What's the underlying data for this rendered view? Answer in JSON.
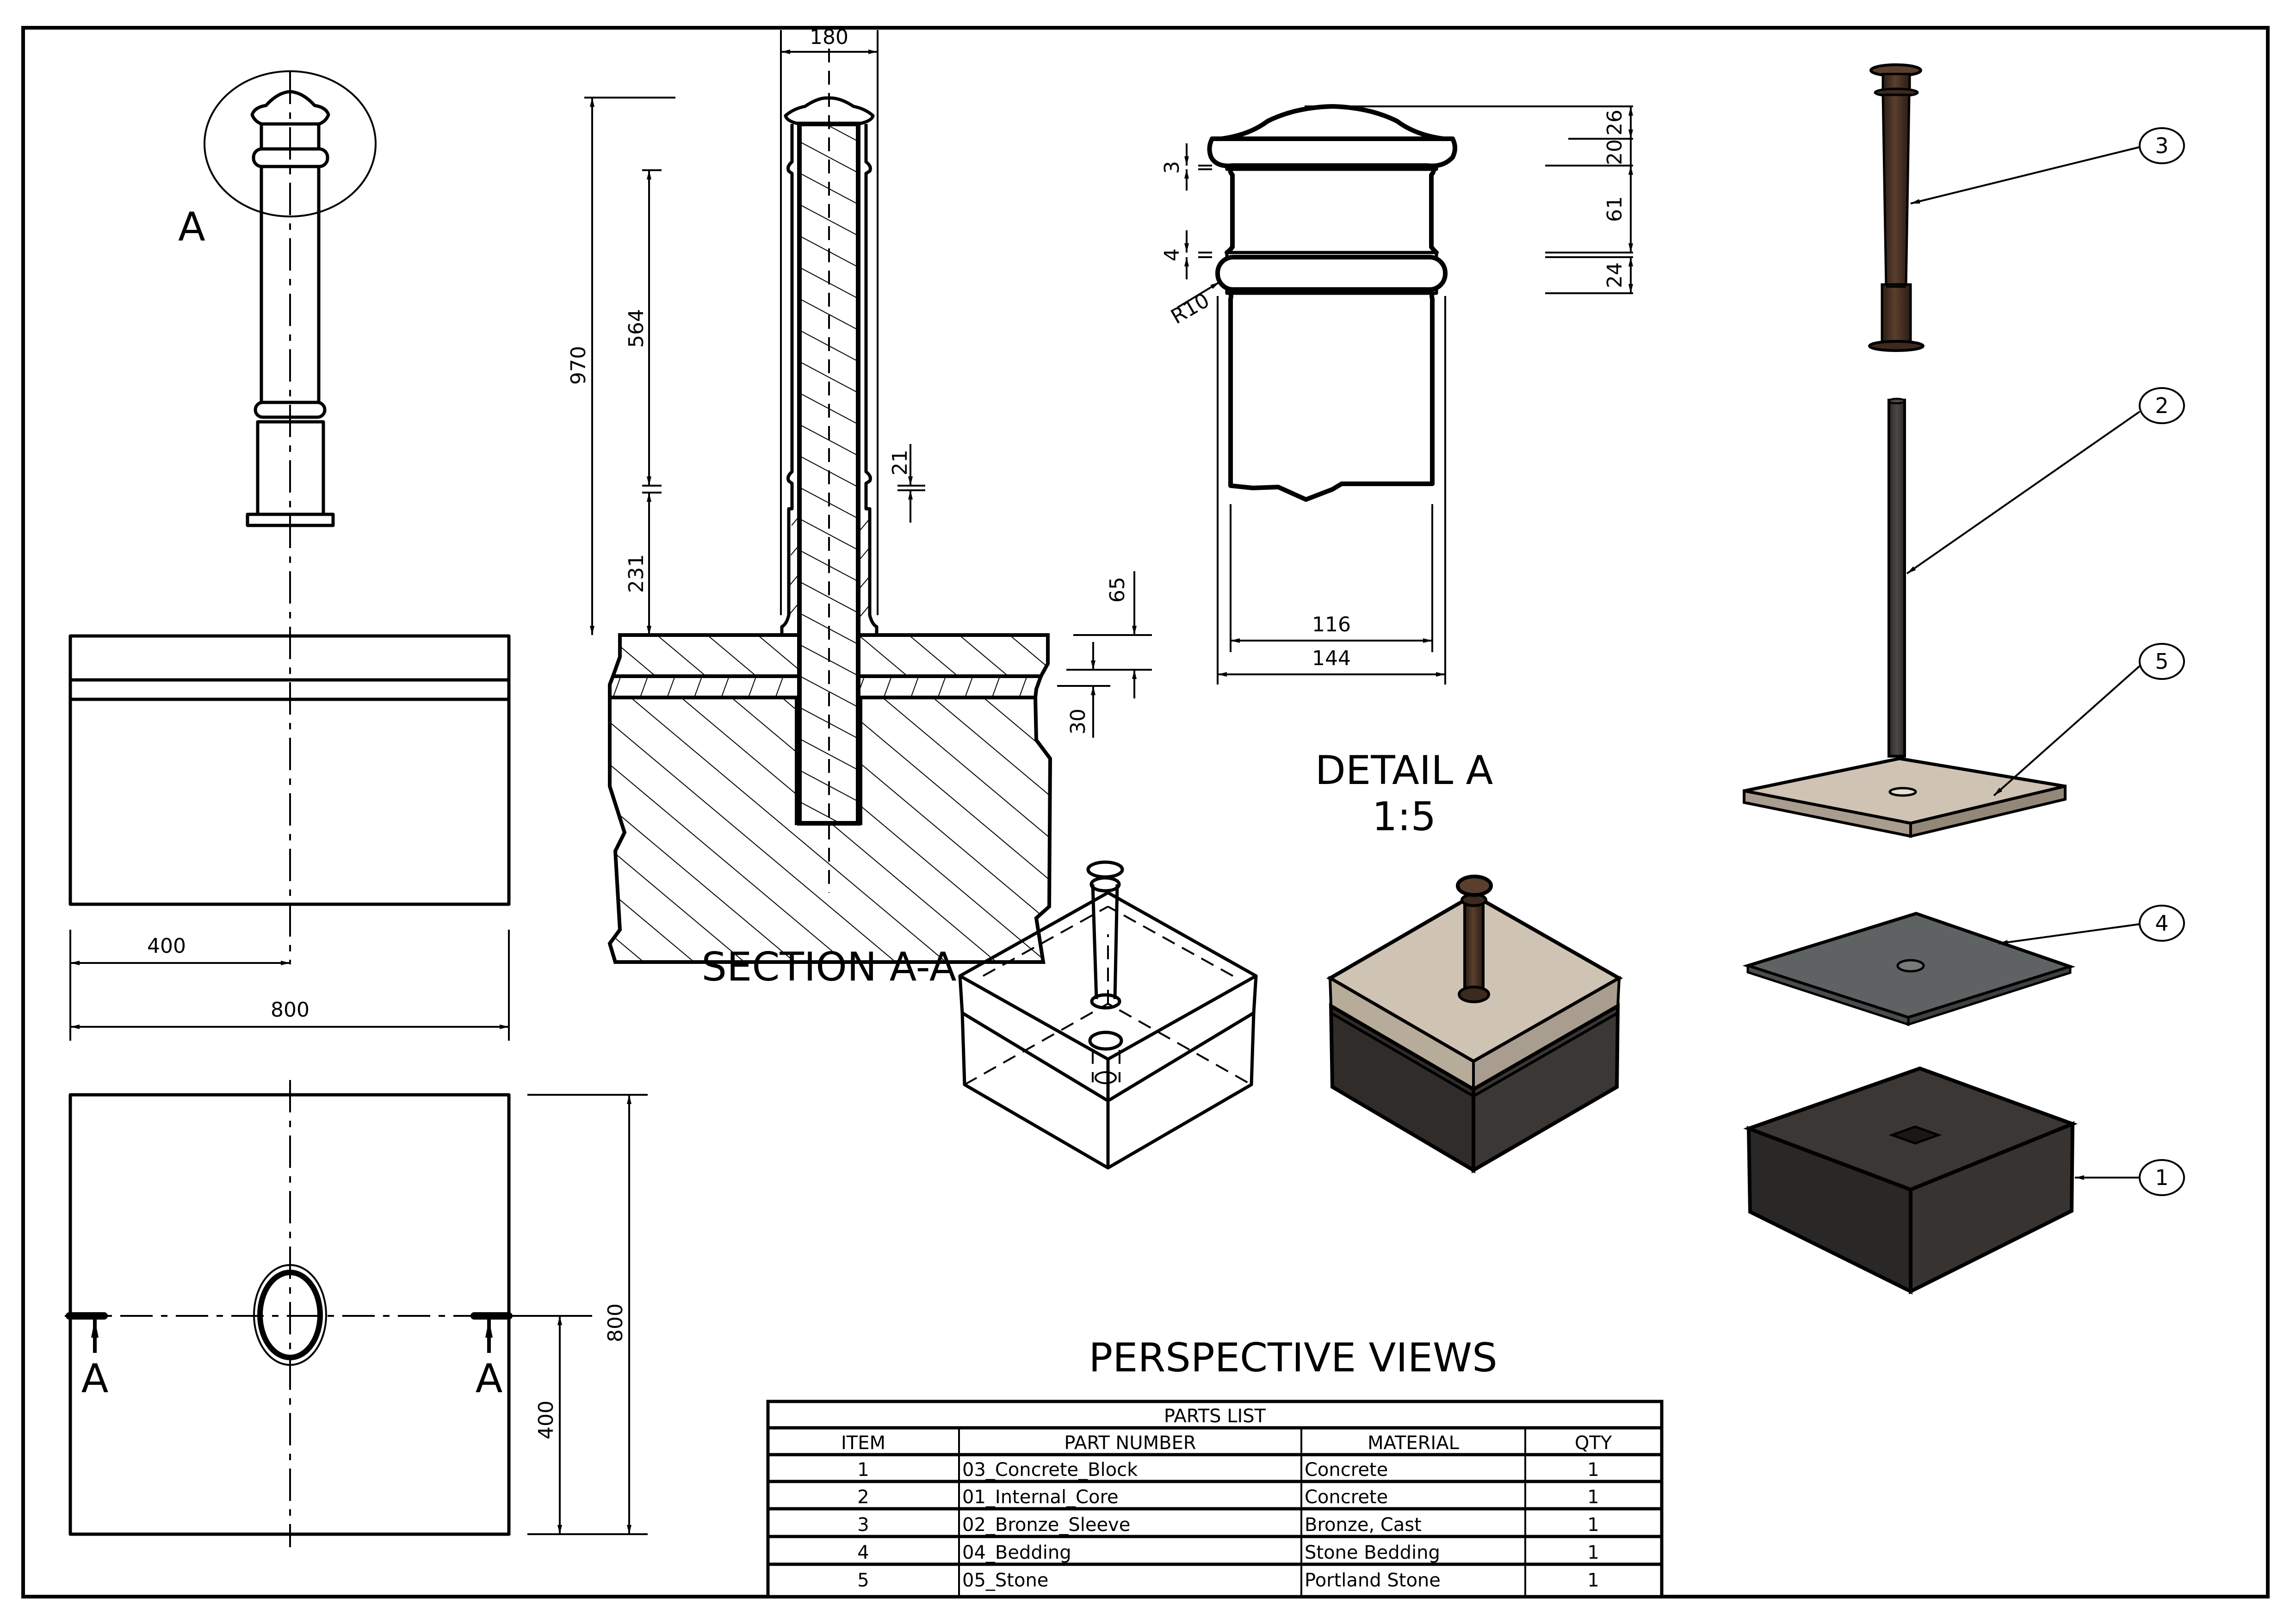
{
  "drawing": {
    "front_view": {
      "detail_marker": "A",
      "dims": {
        "half_width": "400",
        "width": "800"
      }
    },
    "top_view": {
      "section_markers": [
        "A",
        "A"
      ],
      "dims": {
        "half_depth": "400",
        "depth": "800"
      }
    },
    "section_view": {
      "title": "SECTION A-A",
      "dims": {
        "overall_width": "180",
        "overall_height": "970",
        "shaft_length": "564",
        "base_length": "231",
        "collar_gap": "21",
        "stone_thickness": "65",
        "bedding_thickness": "30"
      }
    },
    "detail_view": {
      "title": "DETAIL A",
      "scale": "1:5",
      "dims": {
        "dome": "26",
        "cap": "20",
        "neck": "61",
        "ring": "24",
        "gap_top": "3",
        "gap_ring": "4",
        "radius": "R10",
        "inner_width": "116",
        "outer_width": "144"
      }
    },
    "perspective": {
      "title": "PERSPECTIVE VIEWS"
    },
    "balloons": [
      {
        "item": "3"
      },
      {
        "item": "2"
      },
      {
        "item": "5"
      },
      {
        "item": "4"
      },
      {
        "item": "1"
      }
    ],
    "colors": {
      "bronze": "#3d2a1e",
      "bronze_light": "#5a3f2e",
      "concrete_dark": "#2f2c2a",
      "stone": "#cfc3b3",
      "stone_edge": "#a89d8e",
      "bedding": "#5f6263",
      "core": "#3a3836"
    }
  },
  "parts_list": {
    "title": "PARTS LIST",
    "columns": [
      "ITEM",
      "PART NUMBER",
      "MATERIAL",
      "QTY"
    ],
    "rows": [
      {
        "item": "1",
        "part_number": "03_Concrete_Block",
        "material": "Concrete",
        "qty": "1"
      },
      {
        "item": "2",
        "part_number": "01_Internal_Core",
        "material": "Concrete",
        "qty": "1"
      },
      {
        "item": "3",
        "part_number": "02_Bronze_Sleeve",
        "material": "Bronze, Cast",
        "qty": "1"
      },
      {
        "item": "4",
        "part_number": "04_Bedding",
        "material": "Stone Bedding",
        "qty": "1"
      },
      {
        "item": "5",
        "part_number": "05_Stone",
        "material": "Portland Stone",
        "qty": "1"
      }
    ]
  }
}
